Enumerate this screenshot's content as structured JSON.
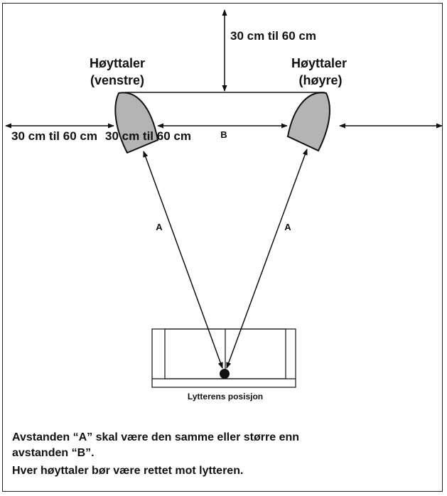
{
  "speakers": {
    "left_label_line1": "Høyttaler",
    "left_label_line2": "(venstre)",
    "right_label_line1": "Høyttaler",
    "right_label_line2": "(høyre)"
  },
  "distances": {
    "top_wall": "30 cm til 60 cm",
    "left_wall": "30 cm til 60 cm",
    "left_inner": "30 cm til 60 cm",
    "between_speakers": "B",
    "distance_a_left": "A",
    "distance_a_right": "A"
  },
  "listener": {
    "label": "Lytterens posisjon"
  },
  "notes": {
    "line1": "Avstanden “A” skal være den samme eller større enn",
    "line2": "avstanden “B”.",
    "line3": "Hver høyttaler bør være rettet mot lytteren."
  }
}
